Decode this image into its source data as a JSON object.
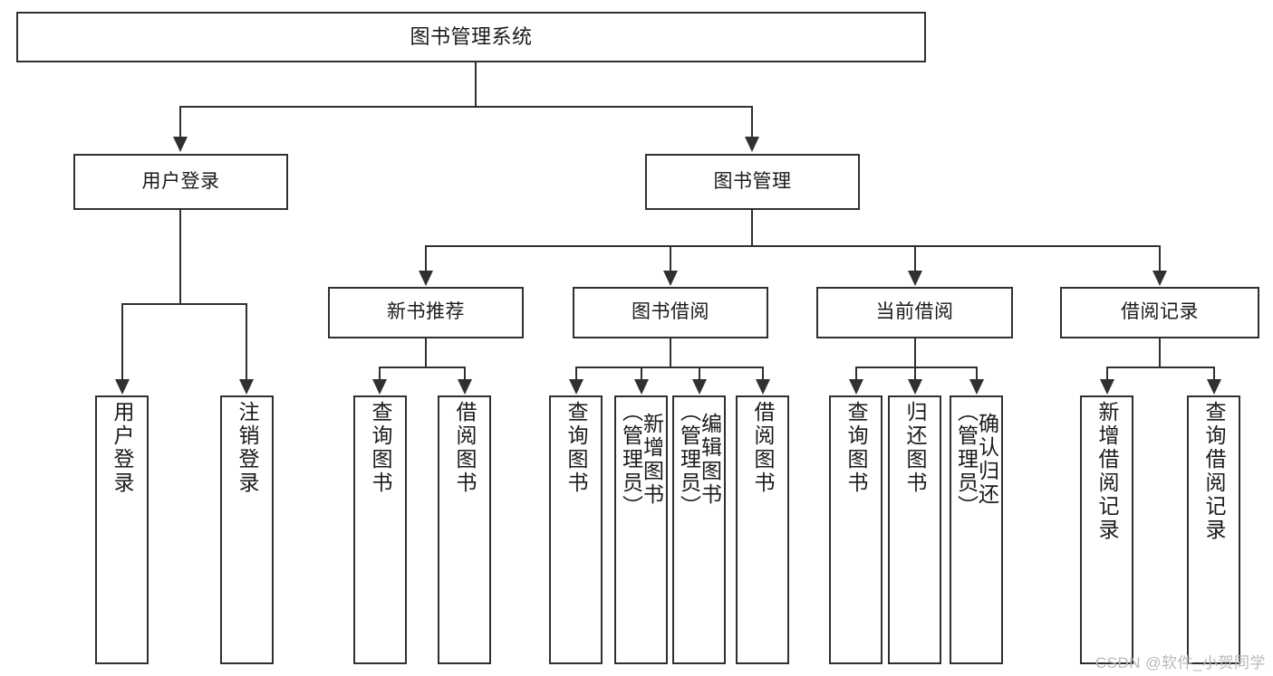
{
  "diagram": {
    "title": "图书管理系统",
    "type": "tree-hierarchy-diagram",
    "watermark": "CSDN @软件_小贺同学",
    "colors": {
      "stroke": "#303030",
      "fill": "#ffffff",
      "text": "#1a1a1a",
      "watermark": "#b9b9b9"
    },
    "nodes": {
      "root": {
        "label": "图书管理系统"
      },
      "level2": [
        {
          "id": "user-login",
          "label": "用户登录"
        },
        {
          "id": "book-manage",
          "label": "图书管理"
        }
      ],
      "level3": [
        {
          "id": "new-book-recommend",
          "label": "新书推荐"
        },
        {
          "id": "book-borrow",
          "label": "图书借阅"
        },
        {
          "id": "current-borrow",
          "label": "当前借阅"
        },
        {
          "id": "borrow-record",
          "label": "借阅记录"
        }
      ],
      "leaves": [
        {
          "id": "leaf-user-login",
          "label": "用户登录",
          "parent": "user-login"
        },
        {
          "id": "leaf-logout",
          "label": "注销登录",
          "parent": "user-login"
        },
        {
          "id": "leaf-query-book-1",
          "label": "查询图书",
          "parent": "new-book-recommend"
        },
        {
          "id": "leaf-borrow-book-1",
          "label": "借阅图书",
          "parent": "new-book-recommend"
        },
        {
          "id": "leaf-query-book-2",
          "label": "查询图书",
          "parent": "book-borrow"
        },
        {
          "id": "leaf-add-book",
          "label": "新增图书\n（管理员）",
          "parent": "book-borrow"
        },
        {
          "id": "leaf-edit-book",
          "label": "编辑图书\n（管理员）",
          "parent": "book-borrow"
        },
        {
          "id": "leaf-borrow-book-2",
          "label": "借阅图书",
          "parent": "book-borrow"
        },
        {
          "id": "leaf-query-book-3",
          "label": "查询图书",
          "parent": "current-borrow"
        },
        {
          "id": "leaf-return-book",
          "label": "归还图书",
          "parent": "current-borrow"
        },
        {
          "id": "leaf-confirm-return",
          "label": "确认归还\n（管理员）",
          "parent": "current-borrow"
        },
        {
          "id": "leaf-add-record",
          "label": "新增借阅记录",
          "parent": "borrow-record"
        },
        {
          "id": "leaf-query-record",
          "label": "查询借阅记录",
          "parent": "borrow-record"
        }
      ]
    }
  }
}
